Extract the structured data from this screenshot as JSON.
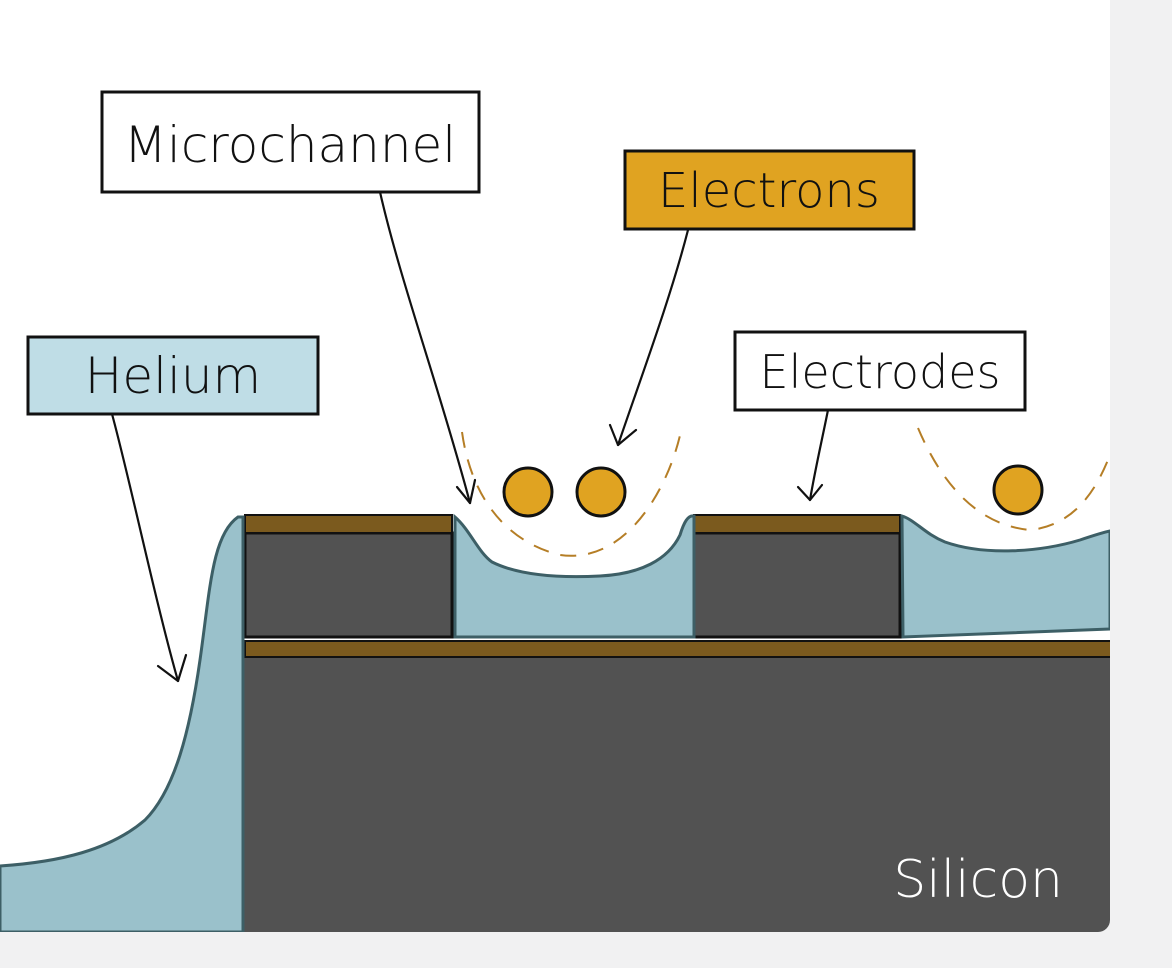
{
  "diagram": {
    "labels": {
      "microchannel": "Microchannel",
      "electrons": "Electrons",
      "helium": "Helium",
      "electrodes": "Electrodes",
      "silicon": "Silicon"
    },
    "colors": {
      "background": "#f1f1f2",
      "card": "#ffffff",
      "silicon": "#525252",
      "helium": "#9ac1cb",
      "electrode": "#7b5a1e",
      "electron": "#e0a321",
      "electrons_label_bg": "#e0a321",
      "helium_label_bg": "#bfdde6",
      "outline": "#111111",
      "field_dash": "#b57e26"
    },
    "icons": {
      "electron": "electron-dot",
      "pointer": "arrow-pointer"
    }
  }
}
